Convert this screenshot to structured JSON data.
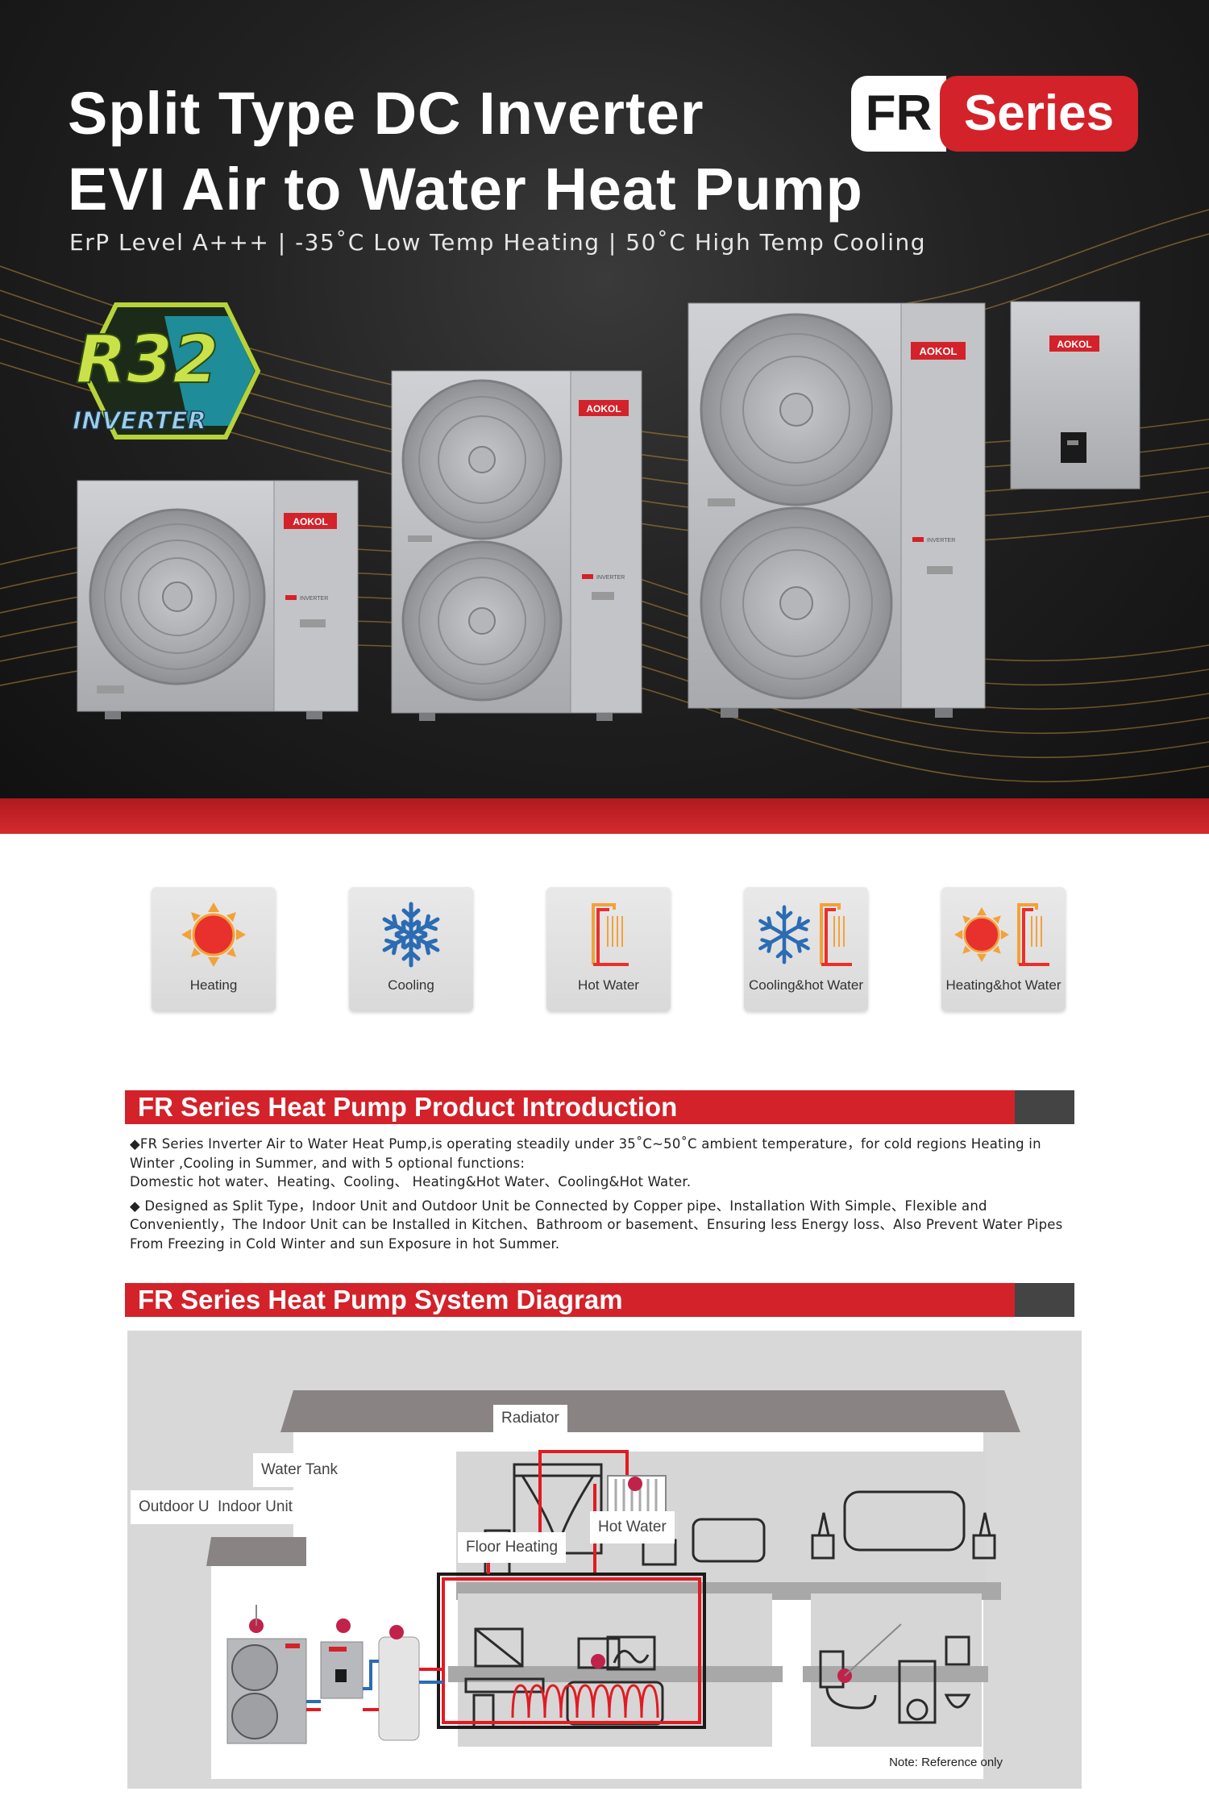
{
  "hero": {
    "title_line1": "Split Type DC Inverter",
    "title_line2": "EVI Air to Water Heat Pump",
    "subtitle": "ErP Level A+++ | -35˚C  Low Temp Heating | 50˚C High Temp Cooling",
    "badge_left": "FR",
    "badge_right": "Series",
    "r32_top": "R32",
    "r32_bottom": "INVERTER",
    "brand": "AOKOL",
    "inverter_mark": "INVERTER"
  },
  "features": [
    {
      "label": "Heating",
      "icon": "sun-icon"
    },
    {
      "label": "Cooling",
      "icon": "snowflake-icon"
    },
    {
      "label": "Hot Water",
      "icon": "shower-icon"
    },
    {
      "label": "Cooling&hot Water",
      "icon": "snowflake-shower-icon"
    },
    {
      "label": "Heating&hot Water",
      "icon": "sun-shower-icon"
    }
  ],
  "intro": {
    "heading": "FR Series Heat Pump Product Introduction",
    "para1": "◆FR Series Inverter Air to Water Heat Pump,is operating steadily under 35˚C~50˚C ambient temperature，for cold regions Heating in Winter ,Cooling in Summer, and with 5 optional functions:",
    "para1b": "Domestic hot water、Heating、Cooling、 Heating&Hot Water、Cooling&Hot Water.",
    "para2": "◆ Designed as Split Type，Indoor Unit and Outdoor Unit be Connected by Copper pipe、Installation With Simple、Flexible and Conveniently，The Indoor Unit can be Installed in Kitchen、Bathroom or basement、Ensuring less Energy loss、Also Prevent Water Pipes From Freezing in Cold Winter and sun Exposure in hot Summer."
  },
  "diagram": {
    "heading": "FR Series Heat Pump System Diagram",
    "labels": {
      "outdoor_unit": "Outdoor Unit",
      "indoor_unit": "Indoor Unit",
      "water_tank": "Water Tank",
      "radiator": "Radiator",
      "floor_heating": "Floor Heating",
      "hot_water": "Hot Water"
    },
    "note": "Note: Reference only"
  },
  "colors": {
    "accent_red": "#d3222a",
    "dark_gray": "#444444",
    "unit_gray": "#b8b9bd",
    "gold_lines": "#b88a3a"
  }
}
